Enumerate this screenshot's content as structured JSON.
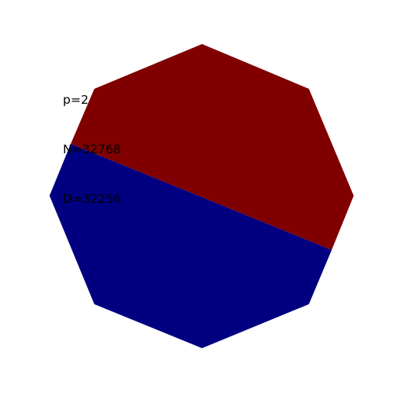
{
  "figure": {
    "labels": {
      "p": "p=2",
      "n": "N=32768",
      "d": "D=32256"
    },
    "regions": [
      {
        "name": "upper-region",
        "color": "#800000"
      },
      {
        "name": "lower-region",
        "color": "#000080"
      }
    ]
  }
}
